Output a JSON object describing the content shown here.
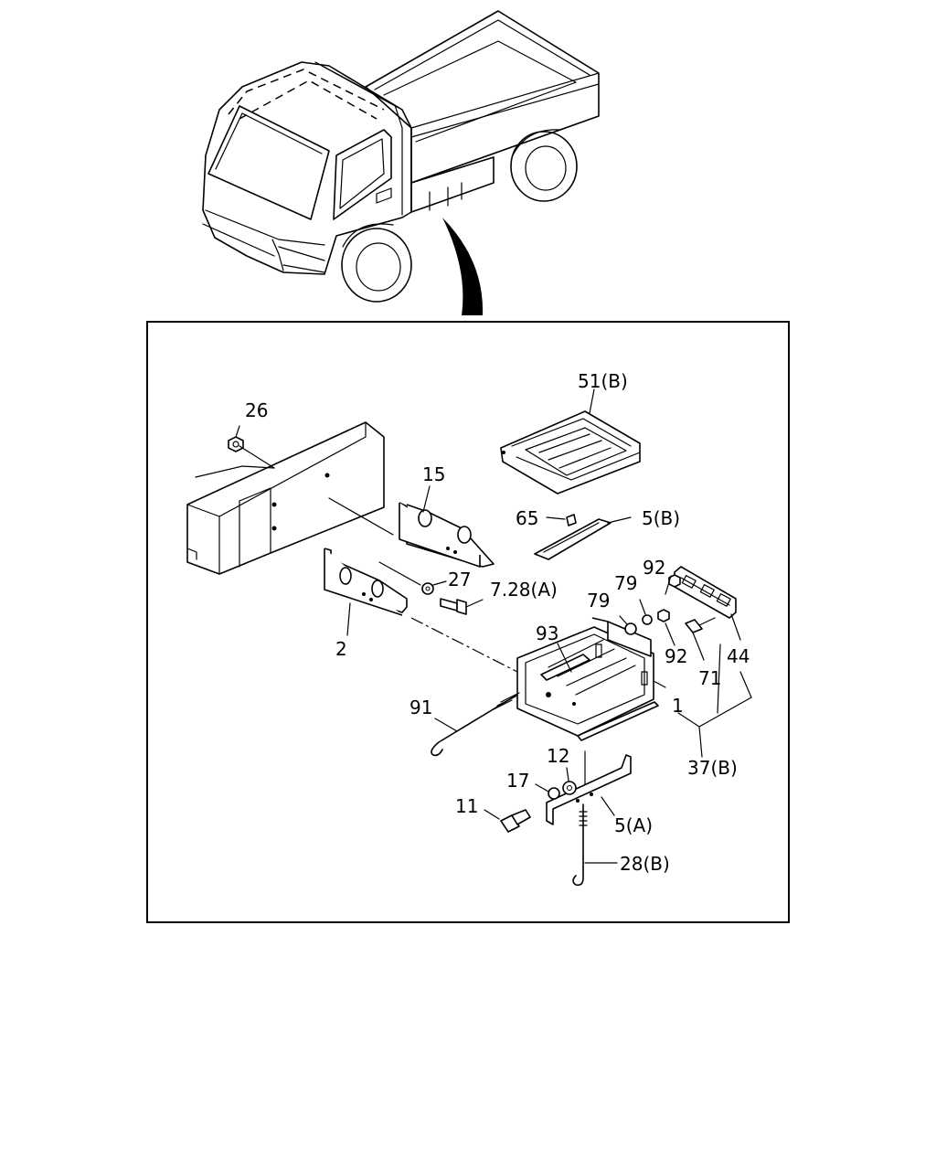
{
  "callouts": {
    "c26": "26",
    "c15": "15",
    "c51b": "51(B)",
    "c65": "65",
    "c5b": "5(B)",
    "c27": "27",
    "c728a": "7.28(A)",
    "c2": "2",
    "c79a": "79",
    "c79b": "79",
    "c92a": "92",
    "c92b": "92",
    "c93": "93",
    "c44": "44",
    "c71": "71",
    "c1": "1",
    "c91": "91",
    "c37b": "37(B)",
    "c12": "12",
    "c17": "17",
    "c11": "11",
    "c5a": "5(A)",
    "c28b": "28(B)"
  }
}
